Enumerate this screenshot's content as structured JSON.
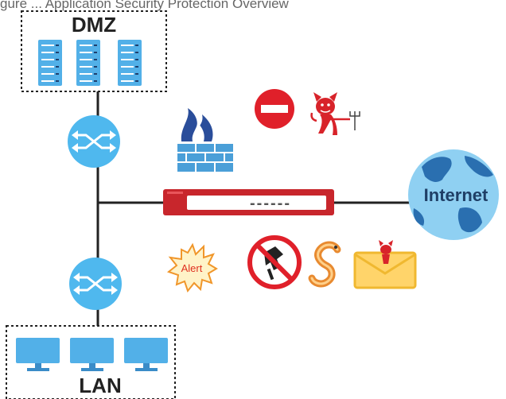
{
  "caption": "gure ... Application Security Protection Overview",
  "zones": {
    "dmz_label": "DMZ",
    "lan_label": "LAN"
  },
  "internet_label": "Internet",
  "device": {
    "panel_label": "------"
  },
  "threats": {
    "alert_label": "Alert"
  },
  "icons": {
    "server": "server-icon",
    "switch": "switch-icon",
    "firewall": "firewall-icon",
    "blocked": "no-entry-icon",
    "devil": "devil-icon",
    "globe": "globe-icon",
    "alert": "alert-burst-icon",
    "no_hacker": "no-hacker-icon",
    "worm": "worm-icon",
    "mail": "infected-mail-icon",
    "computer": "computer-icon"
  },
  "colors": {
    "switch": "#4fb8ee",
    "server": "#52b0e8",
    "firewall_flame": "#2a4d9a",
    "firewall_brick": "#4a9fd8",
    "device_red": "#c8262c",
    "no_entry": "#e0202a",
    "globe_sea": "#8fd0f2",
    "globe_land": "#2a6fb0",
    "worm": "#e88a30",
    "mail": "#f0b830"
  }
}
